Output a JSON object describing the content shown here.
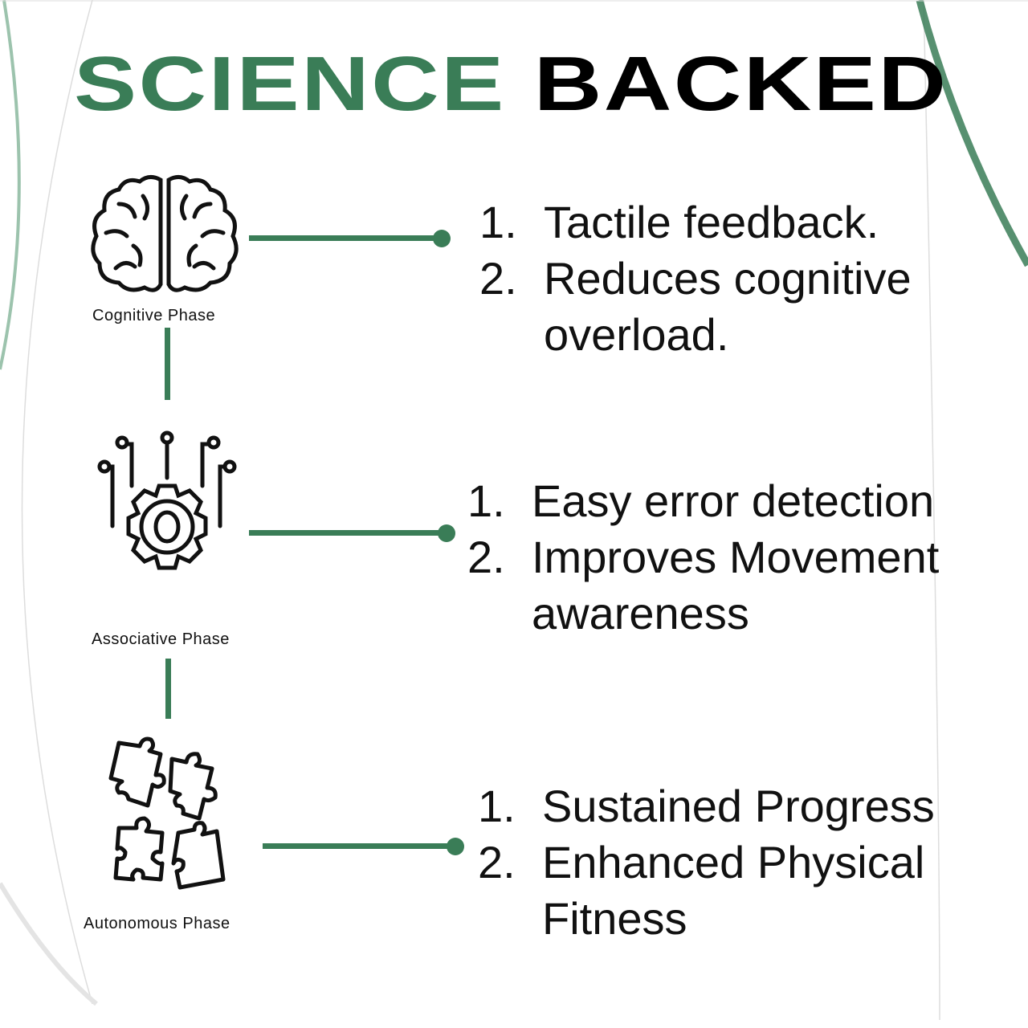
{
  "title": {
    "part1": "SCIENCE",
    "part2": "BACKED"
  },
  "colors": {
    "accent": "#3a7d57",
    "text": "#111111"
  },
  "phases": [
    {
      "label": "Cognitive Phase",
      "icon": "brain-icon",
      "items": [
        {
          "num": "1.",
          "text": "Tactile feedback."
        },
        {
          "num": "2.",
          "text": "Reduces cognitive",
          "cont": "overload."
        }
      ]
    },
    {
      "label": "Associative Phase",
      "icon": "gear-circuit-icon",
      "items": [
        {
          "num": "1.",
          "text": "Easy error detection"
        },
        {
          "num": "2.",
          "text": "Improves Movement",
          "cont": "awareness"
        }
      ]
    },
    {
      "label": "Autonomous Phase",
      "icon": "puzzle-pieces-icon",
      "items": [
        {
          "num": "1.",
          "text": "Sustained Progress"
        },
        {
          "num": "2.",
          "text": "Enhanced Physical",
          "cont": "Fitness"
        }
      ]
    }
  ]
}
